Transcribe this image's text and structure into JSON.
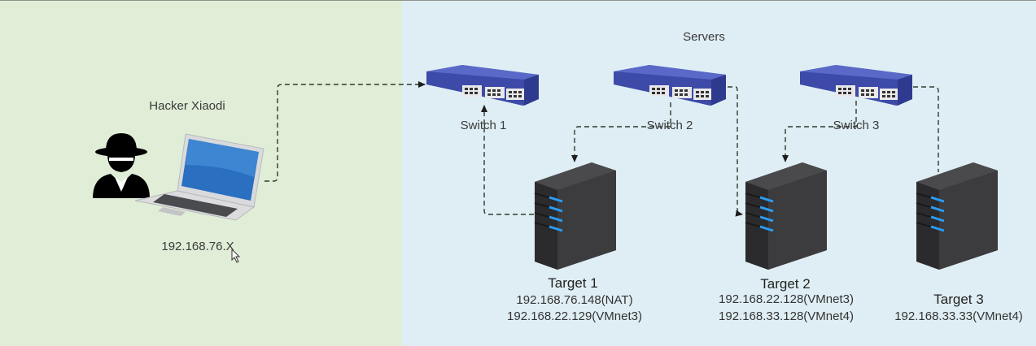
{
  "zones": {
    "attacker": {
      "color": "#e0eed8"
    },
    "servers": {
      "label": "Servers",
      "color": "#dfeef4"
    }
  },
  "hacker": {
    "label": "Hacker Xiaodi",
    "ip": "192.168.76.X",
    "icons": [
      "hacker-icon",
      "laptop-icon"
    ]
  },
  "switches": [
    {
      "label": "Switch 1",
      "icon": "network-switch-icon"
    },
    {
      "label": "Switch 2",
      "icon": "network-switch-icon"
    },
    {
      "label": "Switch 3",
      "icon": "network-switch-icon"
    }
  ],
  "targets": [
    {
      "name": "Target 1",
      "ips": [
        "192.168.76.148(NAT)",
        "192.168.22.129(VMnet3)"
      ],
      "icon": "server-tower-icon"
    },
    {
      "name": "Target 2",
      "ips": [
        "192.168.22.128(VMnet3)",
        "192.168.33.128(VMnet4)"
      ],
      "icon": "server-tower-icon"
    },
    {
      "name": "Target 3",
      "ips": [
        "192.168.33.33(VMnet4)"
      ],
      "icon": "server-tower-icon"
    }
  ],
  "connections": [
    {
      "from": "Hacker Xiaodi",
      "to": "Switch 1",
      "style": "dashed-arrow"
    },
    {
      "from": "Target 1",
      "to": "Switch 1",
      "style": "dashed-arrow"
    },
    {
      "from": "Switch 2",
      "to": "Target 1",
      "style": "dashed-arrow"
    },
    {
      "from": "Switch 2",
      "to": "Target 2",
      "style": "dashed-arrow"
    },
    {
      "from": "Switch 3",
      "to": "Target 2",
      "style": "dashed-arrow"
    },
    {
      "from": "Switch 3",
      "to": "Target 3",
      "style": "dashed-line"
    }
  ],
  "colors": {
    "link": "#2e3a2e",
    "switch": "#3d4aa8",
    "server": "#3a3a3c",
    "server_led": "#2a9df4"
  }
}
